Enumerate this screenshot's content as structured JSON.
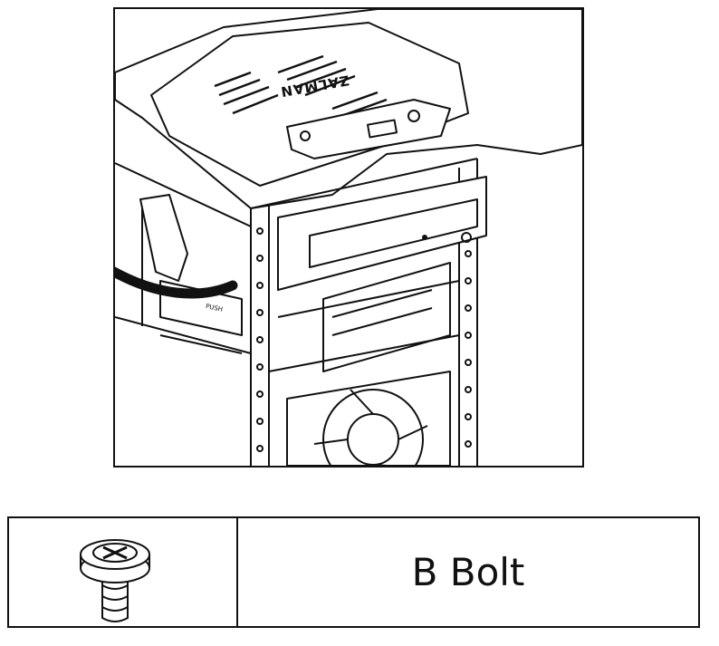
{
  "illustration": {
    "brand_text": "ZALMAN",
    "push_label": "PUSH"
  },
  "parts_table": {
    "rows": [
      {
        "icon": "screw-icon",
        "label": "B Bolt"
      }
    ]
  }
}
